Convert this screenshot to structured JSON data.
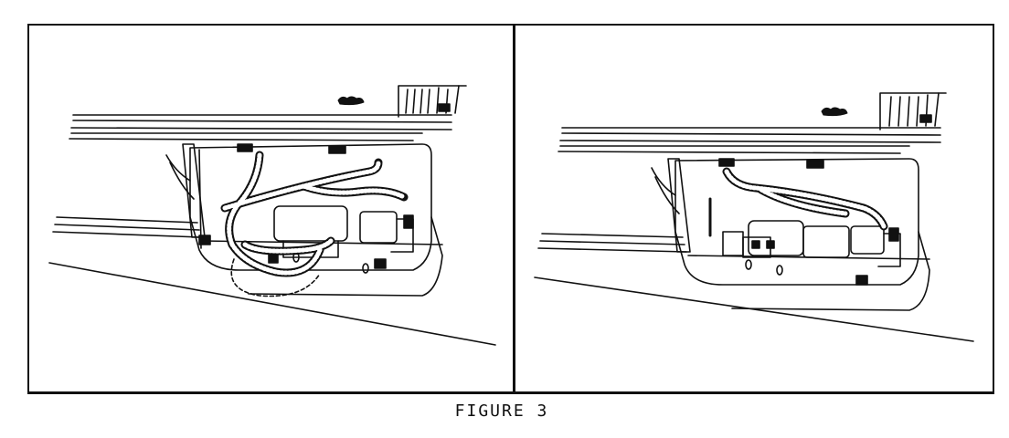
{
  "figure": {
    "caption": "FIGURE 3"
  },
  "colors": {
    "ink": "#111111",
    "paper": "#ffffff",
    "shade": "#d8d8d8"
  },
  "panels": [
    {
      "id": "left",
      "content": "tailgate-wiring-harness-before"
    },
    {
      "id": "right",
      "content": "tailgate-wiring-harness-after"
    }
  ]
}
